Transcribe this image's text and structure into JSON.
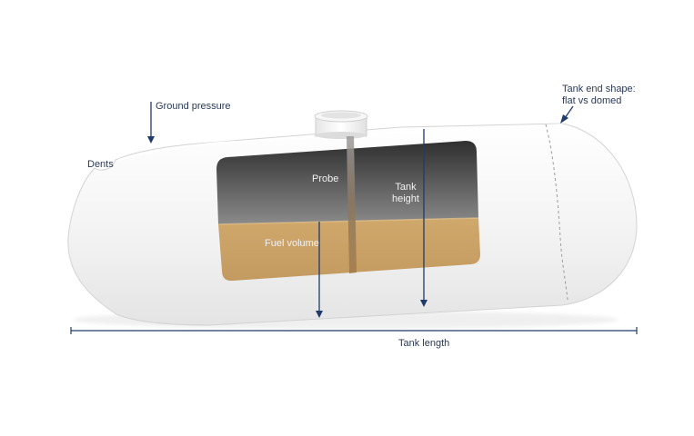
{
  "labels": {
    "ground_pressure": "Ground pressure",
    "dents": "Dents",
    "tank_end_shape_line1": "Tank end shape:",
    "tank_end_shape_line2": "flat vs domed",
    "probe": "Probe",
    "tank_height_line1": "Tank",
    "tank_height_line2": "height",
    "fuel_volume": "Fuel volume",
    "tank_length": "Tank length"
  },
  "colors": {
    "annotation": "#1f3a6b",
    "tank_shell": "#f1f1f1",
    "tank_outline": "#cfcfcf",
    "tank_void": "#4b4b4b",
    "fuel": "#c9a368",
    "probe": "#8e7a5c"
  }
}
